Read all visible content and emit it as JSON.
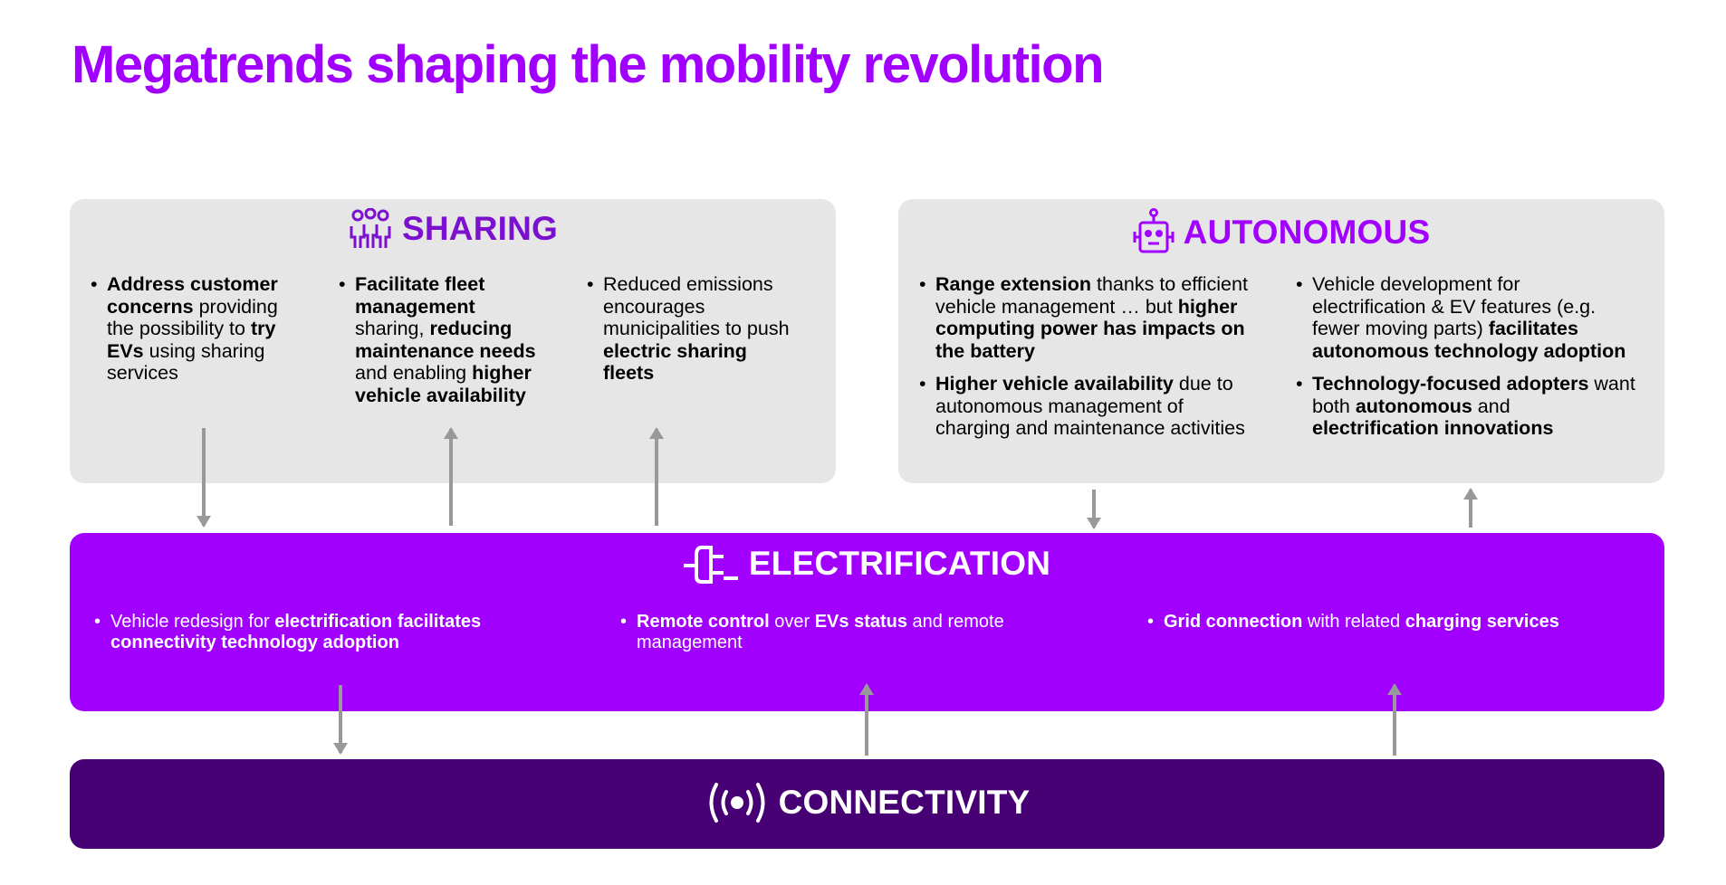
{
  "title": "Megatrends shaping the mobility revolution",
  "colors": {
    "title": "#a100ff",
    "header_purple": "#7b10cf",
    "electrification_bg": "#a100ff",
    "connectivity_bg": "#460073",
    "panel_gray": "#e6e6e6",
    "arrow": "#999999"
  },
  "sharing": {
    "title": "SHARING",
    "icon": "people-group-icon",
    "columns": [
      [
        {
          "segments": [
            {
              "t": "Address customer concerns",
              "b": true
            },
            {
              "t": " providing the possibility to "
            },
            {
              "t": "try EVs",
              "b": true
            },
            {
              "t": " using sharing services"
            }
          ]
        }
      ],
      [
        {
          "segments": [
            {
              "t": "Facilitate fleet management",
              "b": true
            },
            {
              "t": " sharing, "
            },
            {
              "t": "reducing maintenance needs",
              "b": true
            },
            {
              "t": " and enabling "
            },
            {
              "t": "higher vehicle availability",
              "b": true
            }
          ]
        }
      ],
      [
        {
          "segments": [
            {
              "t": "Reduced emissions encourages municipalities to push "
            },
            {
              "t": "electric sharing fleets",
              "b": true
            }
          ]
        }
      ]
    ]
  },
  "autonomous": {
    "title": "AUTONOMOUS",
    "icon": "robot-icon",
    "columns": [
      [
        {
          "segments": [
            {
              "t": "Range extension",
              "b": true
            },
            {
              "t": " thanks to efficient vehicle management … but "
            },
            {
              "t": "higher computing power has impacts on the battery",
              "b": true
            }
          ]
        },
        {
          "segments": [
            {
              "t": "Higher vehicle availability",
              "b": true
            },
            {
              "t": " due to autonomous management of charging and maintenance activities"
            }
          ]
        }
      ],
      [
        {
          "segments": [
            {
              "t": "Vehicle development for electrification & EV features (e.g. fewer moving parts) "
            },
            {
              "t": "facilitates autonomous technology adoption",
              "b": true
            }
          ]
        },
        {
          "segments": [
            {
              "t": "Technology-focused adopters",
              "b": true
            },
            {
              "t": " want both "
            },
            {
              "t": "autonomous",
              "b": true
            },
            {
              "t": " and "
            },
            {
              "t": "electrification innovations",
              "b": true
            }
          ]
        }
      ]
    ]
  },
  "electrification": {
    "title": "ELECTRIFICATION",
    "icon": "plug-icon",
    "columns": [
      [
        {
          "segments": [
            {
              "t": "Vehicle redesign for "
            },
            {
              "t": "electrification facilitates connectivity technology adoption",
              "b": true
            }
          ]
        }
      ],
      [
        {
          "segments": [
            {
              "t": "Remote control",
              "b": true
            },
            {
              "t": " over "
            },
            {
              "t": "EVs status",
              "b": true
            },
            {
              "t": " and remote management"
            }
          ]
        }
      ],
      [
        {
          "segments": [
            {
              "t": "Grid connection",
              "b": true
            },
            {
              "t": " with related "
            },
            {
              "t": "charging services",
              "b": true
            }
          ]
        }
      ]
    ]
  },
  "connectivity": {
    "title": "CONNECTIVITY",
    "icon": "broadcast-signal-icon"
  }
}
